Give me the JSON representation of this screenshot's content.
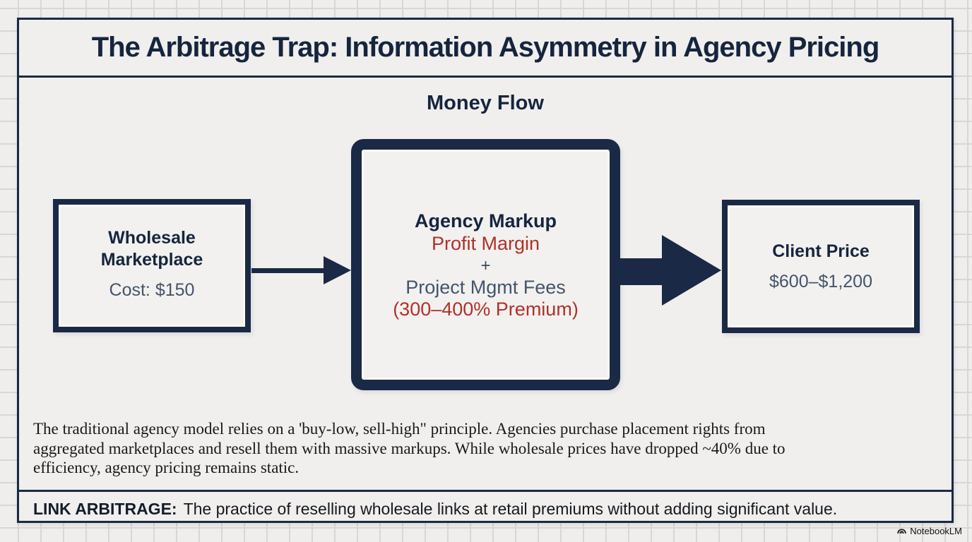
{
  "header": {
    "title": "The Arbitrage Trap: Information Asymmetry in Agency Pricing"
  },
  "diagram": {
    "heading": "Money Flow",
    "wholesale": {
      "name_line1": "Wholesale",
      "name_line2": "Marketplace",
      "cost": "Cost: $150"
    },
    "agency": {
      "title": "Agency Markup",
      "profit": "Profit Margin",
      "plus": "+",
      "fees": "Project Mgmt Fees",
      "premium": "(300–400% Premium)"
    },
    "client": {
      "title": "Client Price",
      "price": "$600–$1,200"
    }
  },
  "description": {
    "lines": [
      "The traditional agency model relies on a 'buy-low, sell-high\" principle. Agencies purchase placement rights from",
      "aggregated marketplaces and resell them with massive markups. While wholesale prices have dropped ~40% due to",
      "efficiency, agency pricing remains static."
    ]
  },
  "definition": {
    "term": "LINK ARBITRAGE:",
    "text": "The practice of reselling wholesale links at retail premiums without adding significant value."
  },
  "footer": {
    "brand": "NotebookLM"
  },
  "colors": {
    "navy": "#1a2945",
    "red": "#b23028",
    "slate": "#44546a",
    "paper": "#f0efed",
    "grid_line": "#d8d7d4"
  }
}
